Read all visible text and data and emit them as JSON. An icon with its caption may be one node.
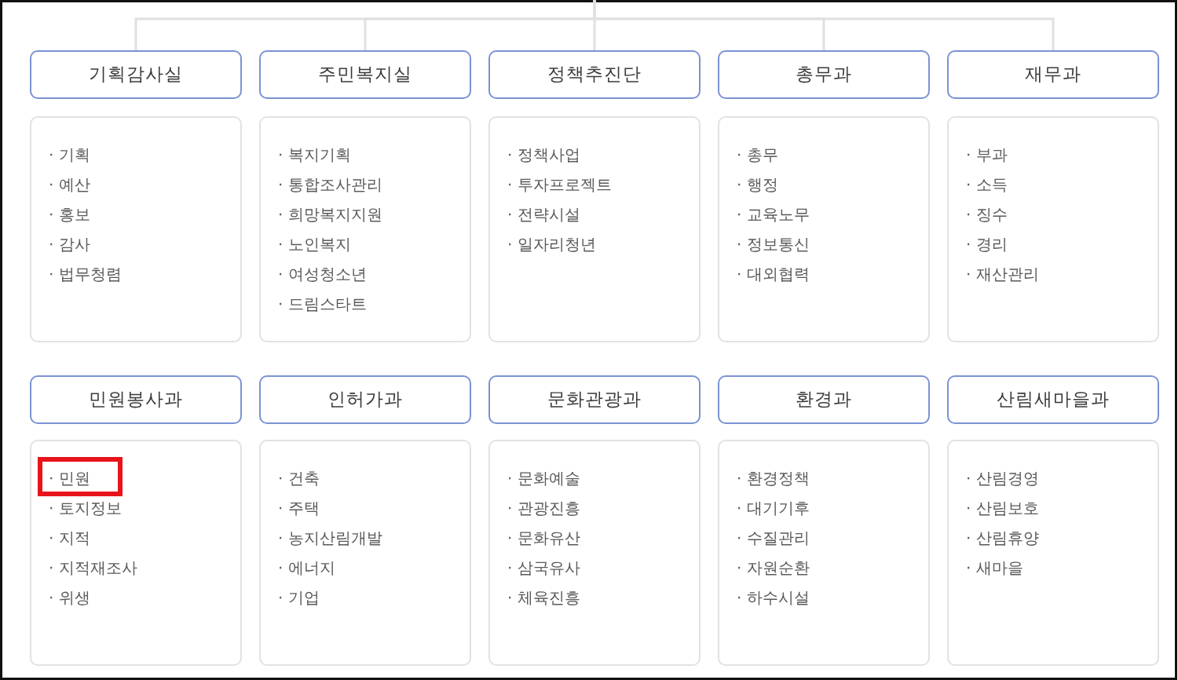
{
  "diagram": {
    "nodes": [
      {
        "text": [
          "기획감사실"
        ]
      },
      {
        "text": [
          "· 기획",
          "· 예산",
          "· 홍보",
          "· 감사",
          "· 법무청렴"
        ]
      },
      {
        "text": [
          "주민복지실"
        ]
      },
      {
        "text": [
          "· 복지기획",
          "· 통합조사관리",
          "· 희망복지지원",
          "· 노인복지",
          "· 여성청소년",
          "· 드림스타트"
        ]
      },
      {
        "text": [
          "정책추진단"
        ]
      },
      {
        "text": [
          "· 정책사업",
          "· 투자프로젝트",
          "· 전략시설",
          "· 일자리청년"
        ]
      },
      {
        "text": [
          "총무과"
        ]
      },
      {
        "text": [
          "· 총무",
          "· 행정",
          "· 교육노무",
          "· 정보통신",
          "· 대외협력"
        ]
      },
      {
        "text": [
          "재무과"
        ]
      },
      {
        "text": [
          "· 부과",
          "· 소득",
          "· 징수",
          "· 경리",
          "· 재산관리"
        ]
      },
      {
        "text": [
          "민원봉사과"
        ]
      },
      {
        "text": [
          "· 토지정보",
          "· 지적",
          "· 지적재조사",
          "· 위생"
        ]
      },
      {
        "text": [
          "· 민원"
        ],
        "in": 11
      },
      {
        "text": [
          "인허가과"
        ]
      },
      {
        "text": [
          "· 건축",
          "· 주택",
          "· 농지산림개발",
          "· 에너지",
          "· 기업"
        ]
      },
      {
        "text": [
          "문화관광과"
        ]
      },
      {
        "text": [
          "· 문화예술",
          "· 관광진흥",
          "· 문화유산",
          "· 삼국유사",
          "· 체육진흥"
        ]
      },
      {
        "text": [
          "환경과"
        ]
      },
      {
        "text": [
          "· 환경정책",
          "· 대기기후",
          "· 수질관리",
          "· 자원순환",
          "· 하수시설"
        ]
      },
      {
        "text": [
          "산림새마을과"
        ]
      },
      {
        "text": [
          "· 산림경영",
          "· 산림보호",
          "· 산림휴양",
          "· 새마을"
        ]
      }
    ],
    "edges": [
      {
        "from": null,
        "to": 0,
        "arrow": "none"
      },
      {
        "from": null,
        "to": 2,
        "arrow": "none"
      },
      {
        "from": null,
        "to": 4,
        "arrow": "none"
      },
      {
        "from": null,
        "to": 6,
        "arrow": "none"
      },
      {
        "from": null,
        "to": 8,
        "arrow": "none"
      }
    ]
  }
}
